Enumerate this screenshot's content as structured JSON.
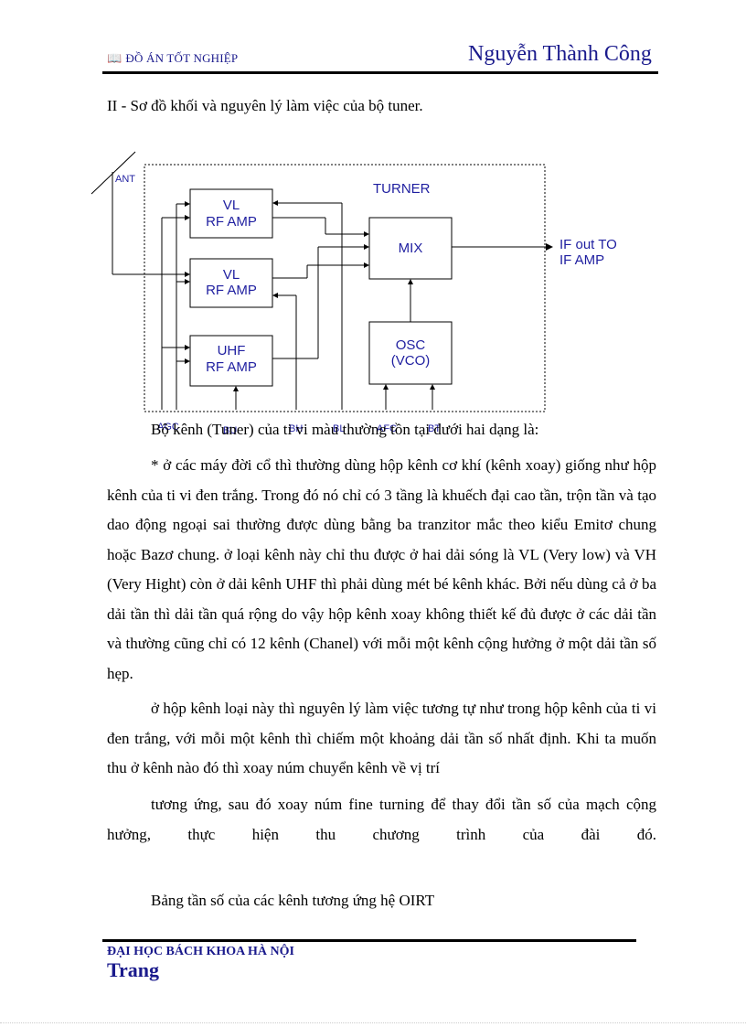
{
  "header": {
    "left_title": "ĐỒ ÁN TỐT NGHIỆP",
    "right_name": "Nguyễn Thành Công"
  },
  "section_title": "II - Sơ đồ khối và nguyên lý làm việc của bộ tuner.",
  "diagram": {
    "ant_label": "ANT",
    "tuner_label": "TURNER",
    "block_vl1": [
      "VL",
      "RF AMP"
    ],
    "block_vl2": [
      "VL",
      "RF AMP"
    ],
    "block_uhf": [
      "UHF",
      "RF AMP"
    ],
    "block_mix": "MIX",
    "block_osc": [
      "OSC",
      "(VCO)"
    ],
    "output_label": [
      "IF out TO",
      "IF AMP"
    ],
    "bottom_pin_labels": [
      "AGC",
      "BU",
      "BH",
      "BL",
      "AFC",
      "BT"
    ]
  },
  "intro_line": "Bộ kênh (Tuner) của ti vi màu thường tồn tại dưới hai dạng là:",
  "paragraphs": [
    "* ở các máy đời cổ thì thường dùng hộp kênh cơ khí (kênh xoay) giống như hộp kênh của ti vi đen trắng. Trong đó nó chỉ có 3 tầng là khuếch đại cao tần, trộn tần và tạo dao động ngoại sai thường được dùng bằng ba tranzitor mắc theo kiểu Emitơ chung hoặc Bazơ chung. ở loại kênh này chỉ thu được ở hai dải sóng là VL (Very low) và VH (Very Hight) còn ở dải kênh UHF thì phải dùng mét bé kênh khác. Bởi nếu dùng cả ở ba dải tần thì dải tần quá rộng do vậy hộp kênh xoay không thiết kế đủ được ở các dải tần và thường cũng chỉ có 12 kênh (Chanel) với mỗi một kênh cộng hưởng ở một dải tần số hẹp.",
    "ở hộp kênh loại này thì nguyên lý làm việc tương tự như trong hộp kênh của ti vi đen trắng, với mỗi một kênh thì chiếm một khoảng dải tần số nhất định. Khi ta muốn thu ở kênh nào đó thì xoay núm chuyển kênh về vị trí",
    "tương ứng, sau đó xoay núm fine turning để thay đổi tần số của mạch cộng hưởng, thực hiện thu chương trình của đài đó."
  ],
  "caption": "Bảng tần số của các kênh tương ứng hệ OIRT",
  "footer": {
    "university": "ĐẠI HỌC BÁCH KHOA HÀ NỘI",
    "page_label": "Trang"
  },
  "colors": {
    "header_blue": "#1a1a8c",
    "diagram_blue": "#1f1fa0"
  }
}
